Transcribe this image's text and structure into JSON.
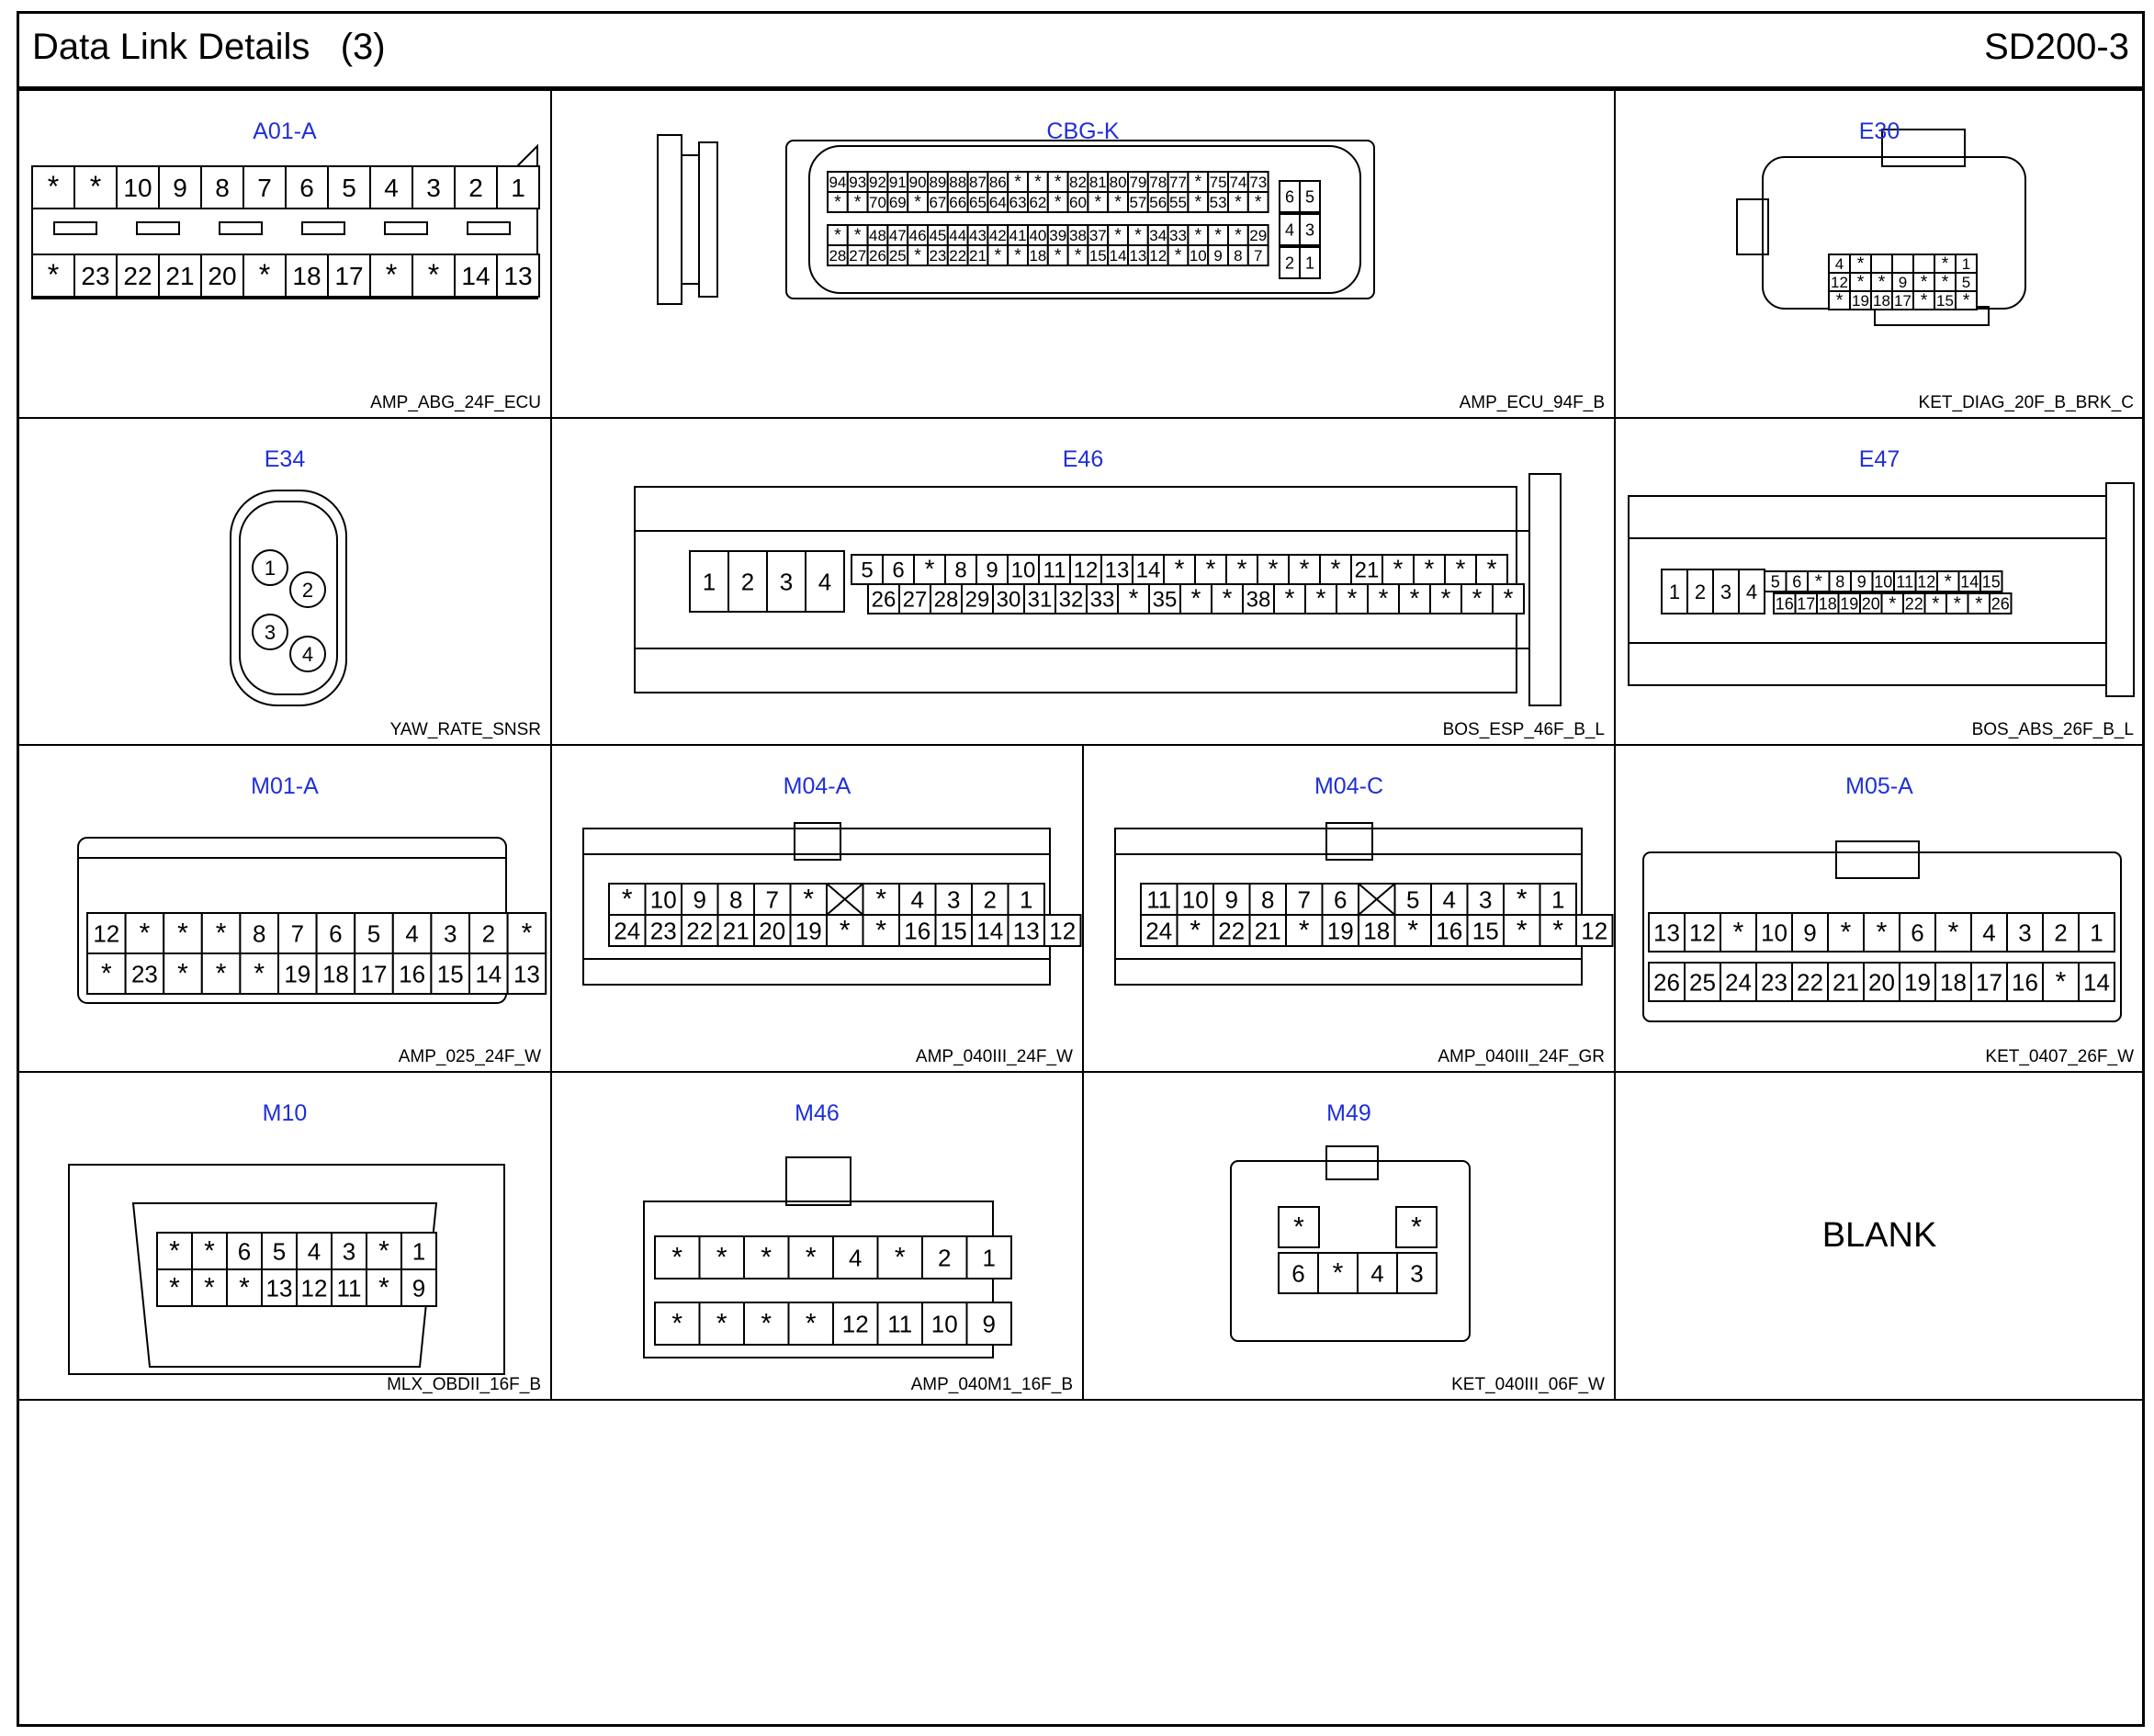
{
  "header": {
    "title": "Data Link Details   (3)",
    "code": "SD200-3"
  },
  "colors": {
    "connector_name": "#1f2fd8",
    "line": "#000000",
    "background": "#ffffff"
  },
  "connectors": [
    {
      "id": "A01-A",
      "type": "AMP_ABG_24F_ECU",
      "style": "latch-r",
      "rows": [
        [
          "*",
          "*",
          "10",
          "9",
          "8",
          "7",
          "6",
          "5",
          "4",
          "3",
          "2",
          "1"
        ],
        [
          "*",
          "23",
          "22",
          "21",
          "20",
          "*",
          "18",
          "17",
          "*",
          "*",
          "14",
          "13"
        ]
      ]
    },
    {
      "id": "CBG-K",
      "type": "AMP_ECU_94F_B",
      "style": "ecu",
      "rows": [
        [
          "94",
          "93",
          "92",
          "91",
          "90",
          "89",
          "88",
          "87",
          "86",
          "*",
          "*",
          "*",
          "82",
          "81",
          "80",
          "79",
          "78",
          "77",
          "*",
          "75",
          "74",
          "73"
        ],
        [
          "*",
          "*",
          "70",
          "69",
          "*",
          "67",
          "66",
          "65",
          "64",
          "63",
          "62",
          "*",
          "60",
          "*",
          "*",
          "57",
          "56",
          "55",
          "*",
          "53",
          "*",
          "*"
        ],
        [
          "*",
          "*",
          "48",
          "47",
          "46",
          "45",
          "44",
          "43",
          "42",
          "41",
          "40",
          "39",
          "38",
          "37",
          "*",
          "*",
          "34",
          "33",
          "*",
          "*",
          "*",
          "29"
        ],
        [
          "28",
          "27",
          "26",
          "25",
          "*",
          "23",
          "22",
          "21",
          "*",
          "*",
          "18",
          "*",
          "*",
          "15",
          "14",
          "13",
          "12",
          "*",
          "10",
          "9",
          "8",
          "7"
        ]
      ],
      "side": [
        [
          "6",
          "5"
        ],
        [
          "4",
          "3"
        ],
        [
          "2",
          "1"
        ]
      ]
    },
    {
      "id": "E30",
      "type": "KET_DIAG_20F_B_BRK_C",
      "style": "diag",
      "rows": [
        [
          "4",
          "*",
          "",
          "",
          "",
          "*",
          "1"
        ],
        [
          "12",
          "*",
          "*",
          "9",
          "*",
          "*",
          "5"
        ],
        [
          "*",
          "19",
          "18",
          "17",
          "*",
          "15",
          "*"
        ]
      ]
    },
    {
      "id": "E34",
      "type": "YAW_RATE_SNSR",
      "style": "round",
      "pins": [
        "1",
        "2",
        "3",
        "4"
      ]
    },
    {
      "id": "E46",
      "type": "BOS_ESP_46F_B_L",
      "style": "long",
      "left": [
        "1",
        "2",
        "3",
        "4"
      ],
      "rows": [
        [
          "5",
          "6",
          "*",
          "8",
          "9",
          "10",
          "11",
          "12",
          "13",
          "14",
          "*",
          "*",
          "*",
          "*",
          "*",
          "*",
          "21",
          "*",
          "*",
          "*",
          "*"
        ],
        [
          "26",
          "27",
          "28",
          "29",
          "30",
          "31",
          "32",
          "33",
          "*",
          "35",
          "*",
          "*",
          "38",
          "*",
          "*",
          "*",
          "*",
          "*",
          "*",
          "*",
          "*"
        ]
      ]
    },
    {
      "id": "E47",
      "type": "BOS_ABS_26F_B_L",
      "style": "long2",
      "left": [
        "1",
        "2",
        "3",
        "4"
      ],
      "rows": [
        [
          "5",
          "6",
          "*",
          "8",
          "9",
          "10",
          "11",
          "12",
          "*",
          "14",
          "15"
        ],
        [
          "16",
          "17",
          "18",
          "19",
          "20",
          "*",
          "22",
          "*",
          "*",
          "*",
          "26"
        ]
      ]
    },
    {
      "id": "M01-A",
      "type": "AMP_025_24F_W",
      "style": "tabtop",
      "rows": [
        [
          "12",
          "*",
          "*",
          "*",
          "8",
          "7",
          "6",
          "5",
          "4",
          "3",
          "2",
          "*"
        ],
        [
          "*",
          "23",
          "*",
          "*",
          "*",
          "19",
          "18",
          "17",
          "16",
          "15",
          "14",
          "13"
        ]
      ]
    },
    {
      "id": "M04-A",
      "type": "AMP_040III_24F_W",
      "style": "rail",
      "rows": [
        [
          "*",
          "10",
          "9",
          "8",
          "7",
          "*",
          "X",
          "*",
          "4",
          "3",
          "2",
          "1"
        ],
        [
          "24",
          "23",
          "22",
          "21",
          "20",
          "19",
          "*",
          "*",
          "16",
          "15",
          "14",
          "13",
          "12"
        ]
      ]
    },
    {
      "id": "M04-C",
      "type": "AMP_040III_24F_GR",
      "style": "rail",
      "rows": [
        [
          "11",
          "10",
          "9",
          "8",
          "7",
          "6",
          "X",
          "5",
          "4",
          "3",
          "*",
          "1"
        ],
        [
          "24",
          "*",
          "22",
          "21",
          "*",
          "19",
          "18",
          "*",
          "16",
          "15",
          "*",
          "*",
          "12"
        ]
      ]
    },
    {
      "id": "M05-A",
      "type": "KET_0407_26F_W",
      "style": "ket26",
      "rows": [
        [
          "13",
          "12",
          "*",
          "10",
          "9",
          "*",
          "*",
          "6",
          "*",
          "4",
          "3",
          "2",
          "1"
        ],
        [
          "26",
          "25",
          "24",
          "23",
          "22",
          "21",
          "20",
          "19",
          "18",
          "17",
          "16",
          "*",
          "14"
        ]
      ]
    },
    {
      "id": "M10",
      "type": "MLX_OBDII_16F_B",
      "style": "obd",
      "rows": [
        [
          "*",
          "*",
          "6",
          "5",
          "4",
          "3",
          "*",
          "1"
        ],
        [
          "*",
          "*",
          "*",
          "13",
          "12",
          "11",
          "*",
          "9"
        ]
      ]
    },
    {
      "id": "M46",
      "type": "AMP_040M1_16F_B",
      "style": "m46",
      "rows": [
        [
          "*",
          "*",
          "*",
          "*",
          "4",
          "*",
          "2",
          "1"
        ],
        [
          "*",
          "*",
          "*",
          "*",
          "12",
          "11",
          "10",
          "9"
        ]
      ]
    },
    {
      "id": "M49",
      "type": "KET_040III_06F_W",
      "style": "m49",
      "rows": [
        [
          "*",
          "",
          "*"
        ],
        [
          "6",
          "*",
          "4",
          "3"
        ]
      ]
    },
    {
      "id": "",
      "type": "",
      "style": "blank",
      "label": "BLANK"
    }
  ]
}
